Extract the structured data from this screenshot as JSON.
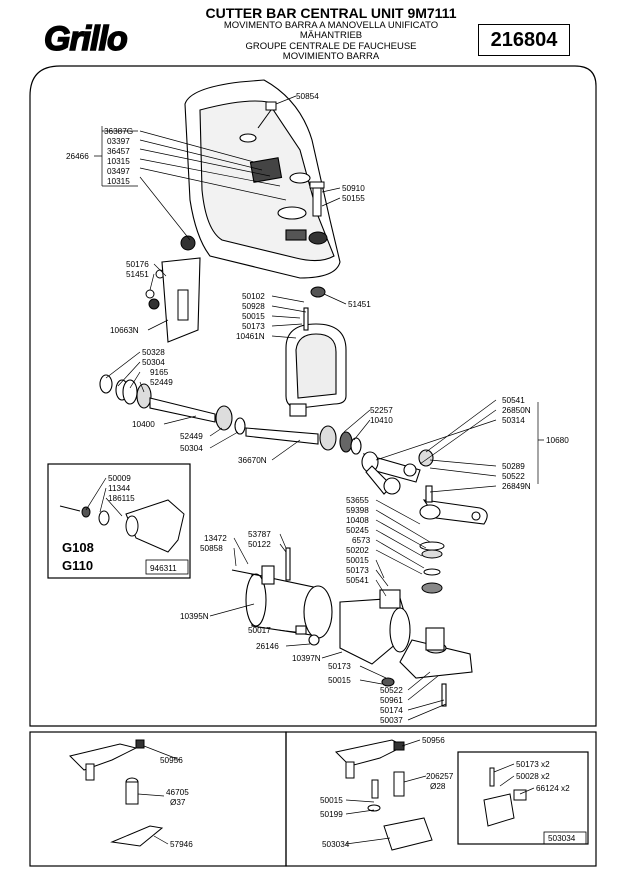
{
  "header": {
    "brand": "Grillo",
    "title": "CUTTER BAR CENTRAL UNIT 9M7111",
    "subtitles": [
      "MOVIMENTO BARRA A MANOVELLA UNIFICATO",
      "MÄHANTRIEB",
      "GROUPE CENTRALE DE FAUCHEUSE",
      "MOVIMIENTO BARRA"
    ],
    "part_number": "216804"
  },
  "labels": {
    "p50854": "50854",
    "p36387G": "36387G",
    "p03397": "03397",
    "p36457": "36457",
    "p10315a": "10315",
    "p03497": "03497",
    "p10315b": "10315",
    "p26466": "26466",
    "p50910": "50910",
    "p50155": "50155",
    "p50176": "50176",
    "p51451a": "51451",
    "p10663N": "10663N",
    "p51451b": "51451",
    "p50102": "50102",
    "p50928": "50928",
    "p50015a": "50015",
    "p50173a": "50173",
    "p10461N": "10461N",
    "p50328": "50328",
    "p50304a": "50304",
    "p9165": "9165",
    "p52449a": "52449",
    "p10400": "10400",
    "p52449b": "52449",
    "p50304b": "50304",
    "p52257": "52257",
    "p10410": "10410",
    "p36670N": "36670N",
    "p50541a": "50541",
    "p26850N": "26850N",
    "p50314": "50314",
    "p10680": "10680",
    "p50289": "50289",
    "p50522a": "50522",
    "p26849N": "26849N",
    "p53655": "53655",
    "p59398": "59398",
    "p10408": "10408",
    "p50245": "50245",
    "p6573": "6573",
    "p50202": "50202",
    "p50015b": "50015",
    "p50173b": "50173",
    "p50541b": "50541",
    "p13472": "13472",
    "p50858": "50858",
    "p53787": "53787",
    "p50122": "50122",
    "p10395N": "10395N",
    "p50017": "50017",
    "p26146": "26146",
    "p10397N": "10397N",
    "p50173c": "50173",
    "p50015c": "50015",
    "p50522b": "50522",
    "p50961": "50961",
    "p50174": "50174",
    "p50037": "50037",
    "p50009": "50009",
    "p11344": "11344",
    "p186115": "186115",
    "g108": "G108",
    "g110": "G110",
    "kit946311": "946311",
    "p50956a": "50956",
    "p46705": "46705",
    "d37": "Ø37",
    "p57946": "57946",
    "p50956b": "50956",
    "p206257": "206257",
    "d28": "Ø28",
    "p50015d": "50015",
    "p50199": "50199",
    "p503034": "503034",
    "p50173x2": "50173 x2",
    "p50028x2": "50028 x2",
    "p66124x2": "66124 x2",
    "kit503034": "503034"
  }
}
